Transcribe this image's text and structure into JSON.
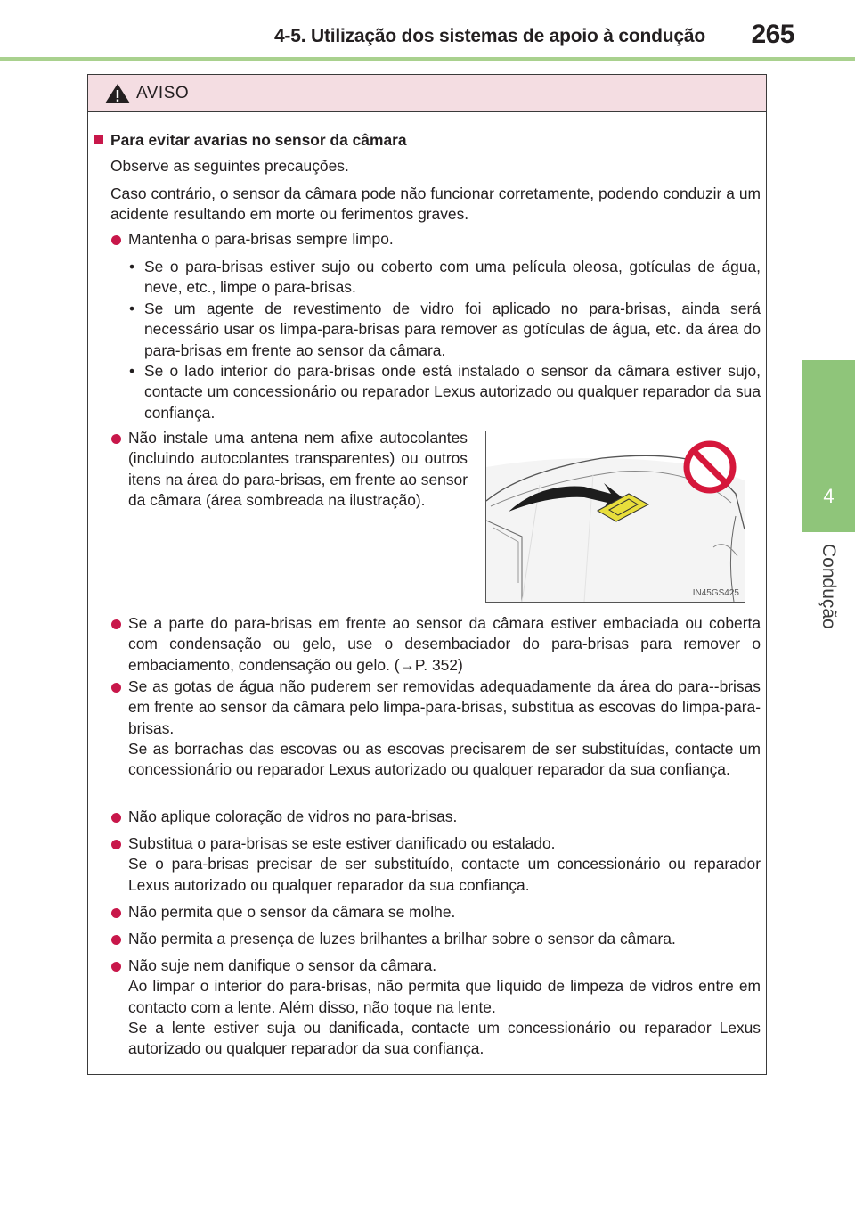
{
  "header": {
    "section_title": "4-5. Utilização dos sistemas de apoio à condução",
    "page_number": "265"
  },
  "side_tab": {
    "chapter_number": "4",
    "chapter_label": "Condução"
  },
  "warning": {
    "title": "AVISO",
    "subheading": "Para evitar avarias no sensor da câmara",
    "intro_1": "Observe as seguintes precauções.",
    "intro_2": "Caso contrário, o sensor da câmara pode não funcionar corretamente, podendo conduzir a um acidente resultando em morte ou ferimentos graves.",
    "items": [
      {
        "text": "Mantenha o para-brisas sempre limpo."
      },
      {
        "text": "Não instale uma antena nem afixe autocolantes (incluindo autocolantes transparentes) ou outros itens na área do para-brisas, em frente ao sensor da câmara (área sombreada na ilustração)."
      },
      {
        "text": "Se a parte do para-brisas em frente ao sensor da câmara estiver embaciada ou coberta com condensação ou gelo, use o desembaciador do para-brisas para remover o embaciamento, condensação ou gelo. (→P. 352)"
      },
      {
        "text": "Se as gotas de água não puderem ser removidas adequadamente da área do para--brisas em frente ao sensor da câmara pelo limpa-para-brisas, substitua as escovas do limpa-para-brisas.",
        "text_2": "Se as borrachas das escovas ou as escovas precisarem de ser substituídas, contacte um concessionário ou reparador Lexus autorizado ou qualquer reparador da sua confiança."
      },
      {
        "text": "Não aplique coloração de vidros no para-brisas."
      },
      {
        "text": "Substitua o para-brisas se este estiver danificado ou estalado.",
        "text_2": "Se o para-brisas precisar de ser substituído, contacte um concessionário ou reparador Lexus autorizado ou qualquer reparador da sua confiança."
      },
      {
        "text": "Não permita que o sensor da câmara se molhe."
      },
      {
        "text": "Não permita a presença de luzes brilhantes a brilhar sobre o sensor da câmara."
      },
      {
        "text": "Não suje nem danifique o sensor da câmara.",
        "text_2": "Ao limpar o interior do para-brisas, não permita que líquido de limpeza de vidros entre em contacto com a lente. Além disso, não toque na lente.",
        "text_3": "Se a lente estiver suja ou danificada, contacte um concessionário ou reparador Lexus autorizado ou qualquer reparador da sua confiança."
      }
    ],
    "sub_items": [
      {
        "text": "Se o para-brisas estiver sujo ou coberto com uma película oleosa, gotículas de água, neve, etc., limpe o para-brisas."
      },
      {
        "text": "Se um agente de revestimento de vidro foi aplicado no para-brisas, ainda será necessário usar os limpa-para-brisas para remover as gotículas de água, etc. da área do para-brisas em frente ao sensor da câmara."
      },
      {
        "text": "Se o lado interior do para-brisas onde está instalado o sensor da câmara estiver sujo, contacte um concessionário ou reparador Lexus autorizado ou qualquer reparador da sua confiança."
      }
    ],
    "figure_code": "IN45GS425"
  },
  "colors": {
    "accent": "#c8174a",
    "tab_green": "#8fc57a",
    "header_rule": "#a9d18e",
    "warning_header_bg": "#f4dde2"
  },
  "icons": {
    "warning": "warning-triangle-icon",
    "prohibited": "prohibition-sign-icon"
  }
}
